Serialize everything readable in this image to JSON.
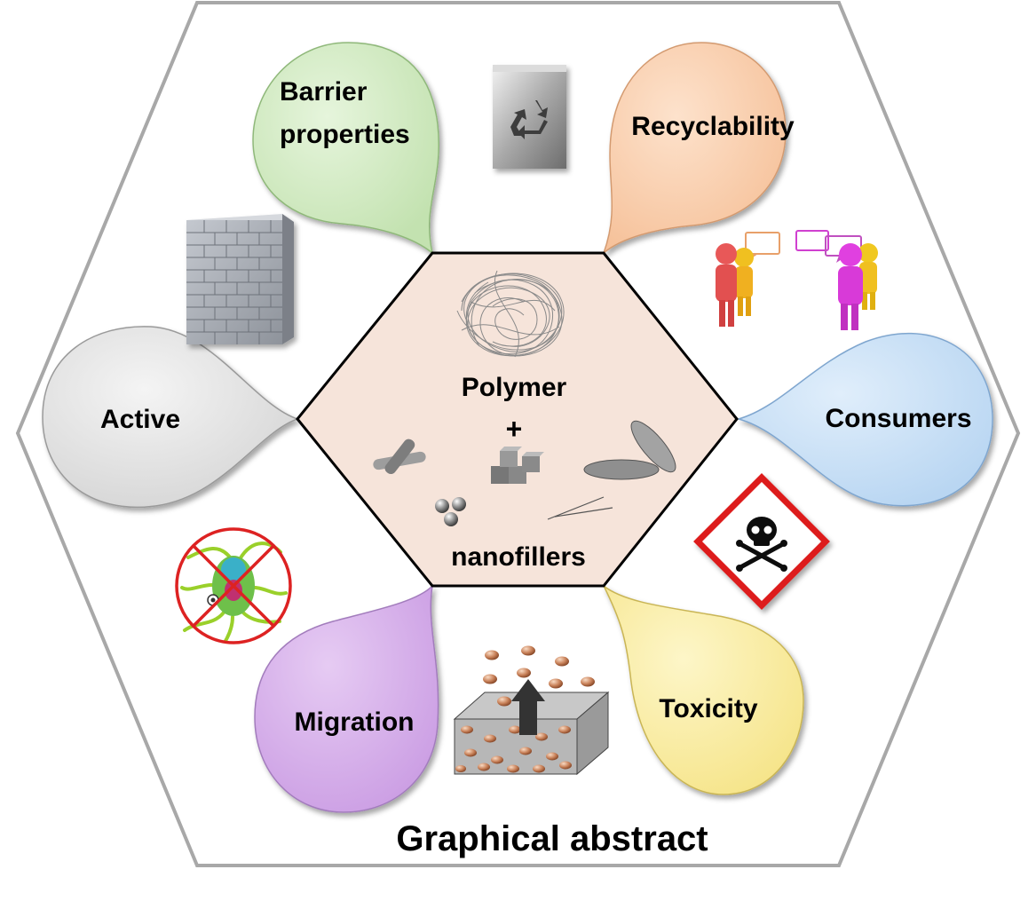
{
  "center": {
    "line1": "Polymer",
    "plus": "+",
    "line2": "nanofillers",
    "fill_color": "#f6e4da"
  },
  "petals": [
    {
      "id": "barrier",
      "line1": "Barrier",
      "line2": "properties",
      "color": "#d3ecc5"
    },
    {
      "id": "recyclability",
      "line1": "Recyclability",
      "color": "#f9cfae"
    },
    {
      "id": "consumers",
      "line1": "Consumers",
      "color": "#c9e0f6"
    },
    {
      "id": "toxicity",
      "line1": "Toxicity",
      "color": "#faf0a6"
    },
    {
      "id": "migration",
      "line1": "Migration",
      "color": "#d8b3ec"
    },
    {
      "id": "active",
      "line1": "Active",
      "color": "#e8e8e8"
    }
  ],
  "footer": {
    "title": "Graphical abstract"
  },
  "icons": [
    "recycle-bin-icon",
    "brick-wall-icon",
    "people-talking-icon",
    "no-germs-icon",
    "toxic-hazard-icon",
    "migration-block-icon",
    "polymer-coil-icon",
    "nanotube-icon",
    "cube-cluster-icon",
    "nanosphere-icon",
    "platelet-icon",
    "nanofiber-icon"
  ]
}
